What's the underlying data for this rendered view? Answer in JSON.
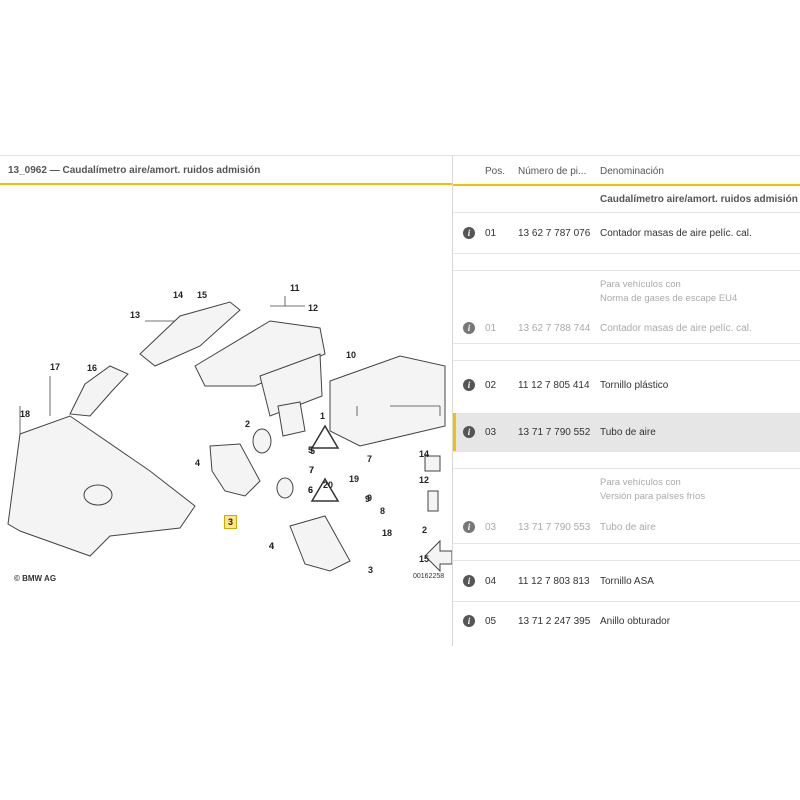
{
  "diagram": {
    "title": "13_0962 — Caudalímetro aire/amort. ruidos admisión",
    "copyright": "© BMW AG",
    "ref_code": "00162258",
    "callouts": [
      "1",
      "2",
      "3",
      "4",
      "5",
      "6",
      "7",
      "8",
      "9",
      "10",
      "11",
      "12",
      "13",
      "14",
      "15",
      "16",
      "17",
      "18",
      "19",
      "20",
      "2",
      "3",
      "4",
      "5",
      "6",
      "7",
      "9",
      "12",
      "14",
      "15",
      "18",
      "3",
      "4",
      "7"
    ]
  },
  "table": {
    "headers": {
      "pos": "Pos.",
      "number": "Número de pi...",
      "name": "Denominación"
    },
    "group_title": "Caudalímetro aire/amort. ruidos admisión",
    "rows": [
      {
        "pos": "01",
        "number": "13 62 7 787 076",
        "name": "Contador masas de aire pelíc. cal."
      },
      {
        "note1": "Para vehículos con",
        "note2": "Norma de gases de escape EU4"
      },
      {
        "pos": "01",
        "number": "13 62 7 788 744",
        "name": "Contador masas de aire pelíc. cal."
      },
      {
        "pos": "02",
        "number": "11 12 7 805 414",
        "name": "Tornillo plástico"
      },
      {
        "pos": "03",
        "number": "13 71 7 790 552",
        "name": "Tubo de aire"
      },
      {
        "note1": "Para vehículos con",
        "note2": "Versión para países fríos"
      },
      {
        "pos": "03",
        "number": "13 71 7 790 553",
        "name": "Tubo de aire"
      },
      {
        "pos": "04",
        "number": "11 12 7 803 813",
        "name": "Tornillo ASA"
      },
      {
        "pos": "05",
        "number": "13 71 2 247 395",
        "name": "Anillo obturador"
      }
    ]
  },
  "colors": {
    "accent": "#f2c200",
    "selected_row": "#e6e6e6",
    "info_icon": "#555555"
  }
}
